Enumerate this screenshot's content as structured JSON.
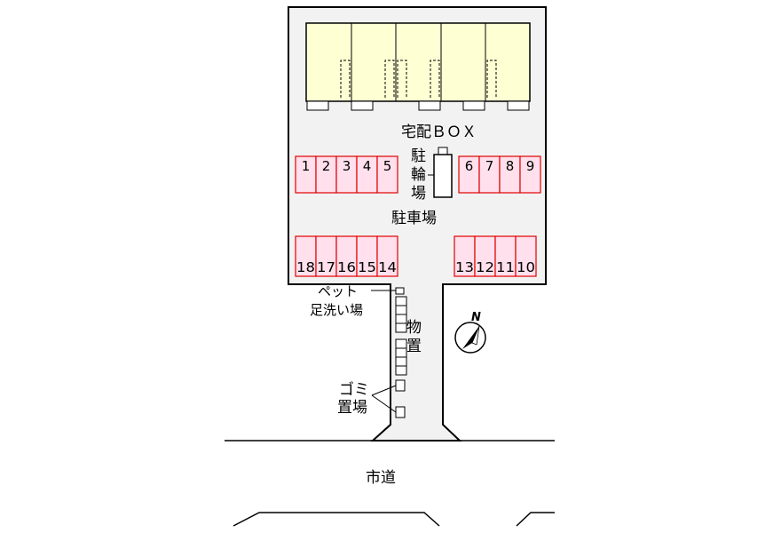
{
  "labels": {
    "delivery_box": "宅配ＢＯＸ",
    "bicycle_parking": [
      "駐",
      "輪",
      "場"
    ],
    "parking_lot": "駐車場",
    "pet_wash": [
      "ペット",
      "足洗い場"
    ],
    "storage": [
      "物",
      "置"
    ],
    "garbage": [
      "ゴミ",
      "置場"
    ],
    "city_road": "市道",
    "north": "N"
  },
  "parking_top_left": [
    "1",
    "2",
    "3",
    "4",
    "5"
  ],
  "parking_top_right": [
    "6",
    "7",
    "8",
    "9"
  ],
  "parking_bottom_left": [
    "18",
    "17",
    "16",
    "15",
    "14"
  ],
  "parking_bottom_right": [
    "13",
    "12",
    "11",
    "10"
  ],
  "colors": {
    "building": "#ffffd4",
    "parking_fill": "#ffe0ec",
    "parking_stroke": "#e00000",
    "lot": "#f2f2f2",
    "outline": "#000000"
  }
}
